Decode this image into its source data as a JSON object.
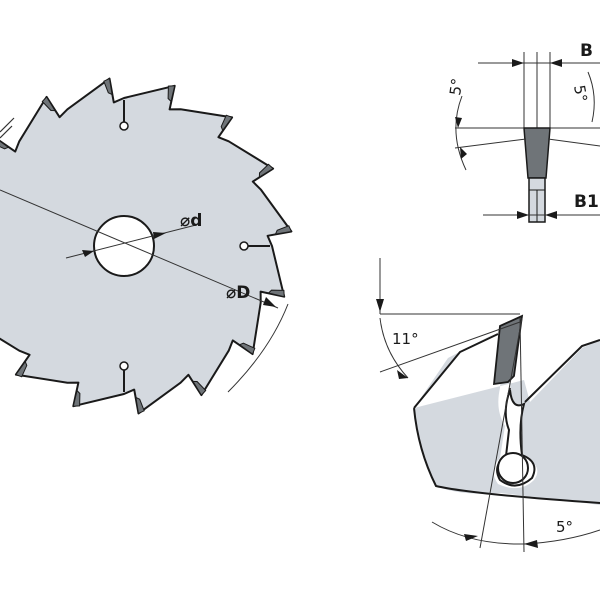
{
  "saw_blade": {
    "bore_label": "⌀d",
    "outer_label": "⌀D"
  },
  "tooth_side_view": {
    "width_label": "B",
    "body_label": "B1",
    "left_angle": "5°",
    "right_angle": "5°"
  },
  "tooth_profile": {
    "hook_angle": "11°",
    "clearance_angle": "5°"
  },
  "colors": {
    "blade_fill": "#d4d9df",
    "tip_fill": "#6f7478",
    "outline": "#1a1a1a",
    "line": "#333333"
  }
}
